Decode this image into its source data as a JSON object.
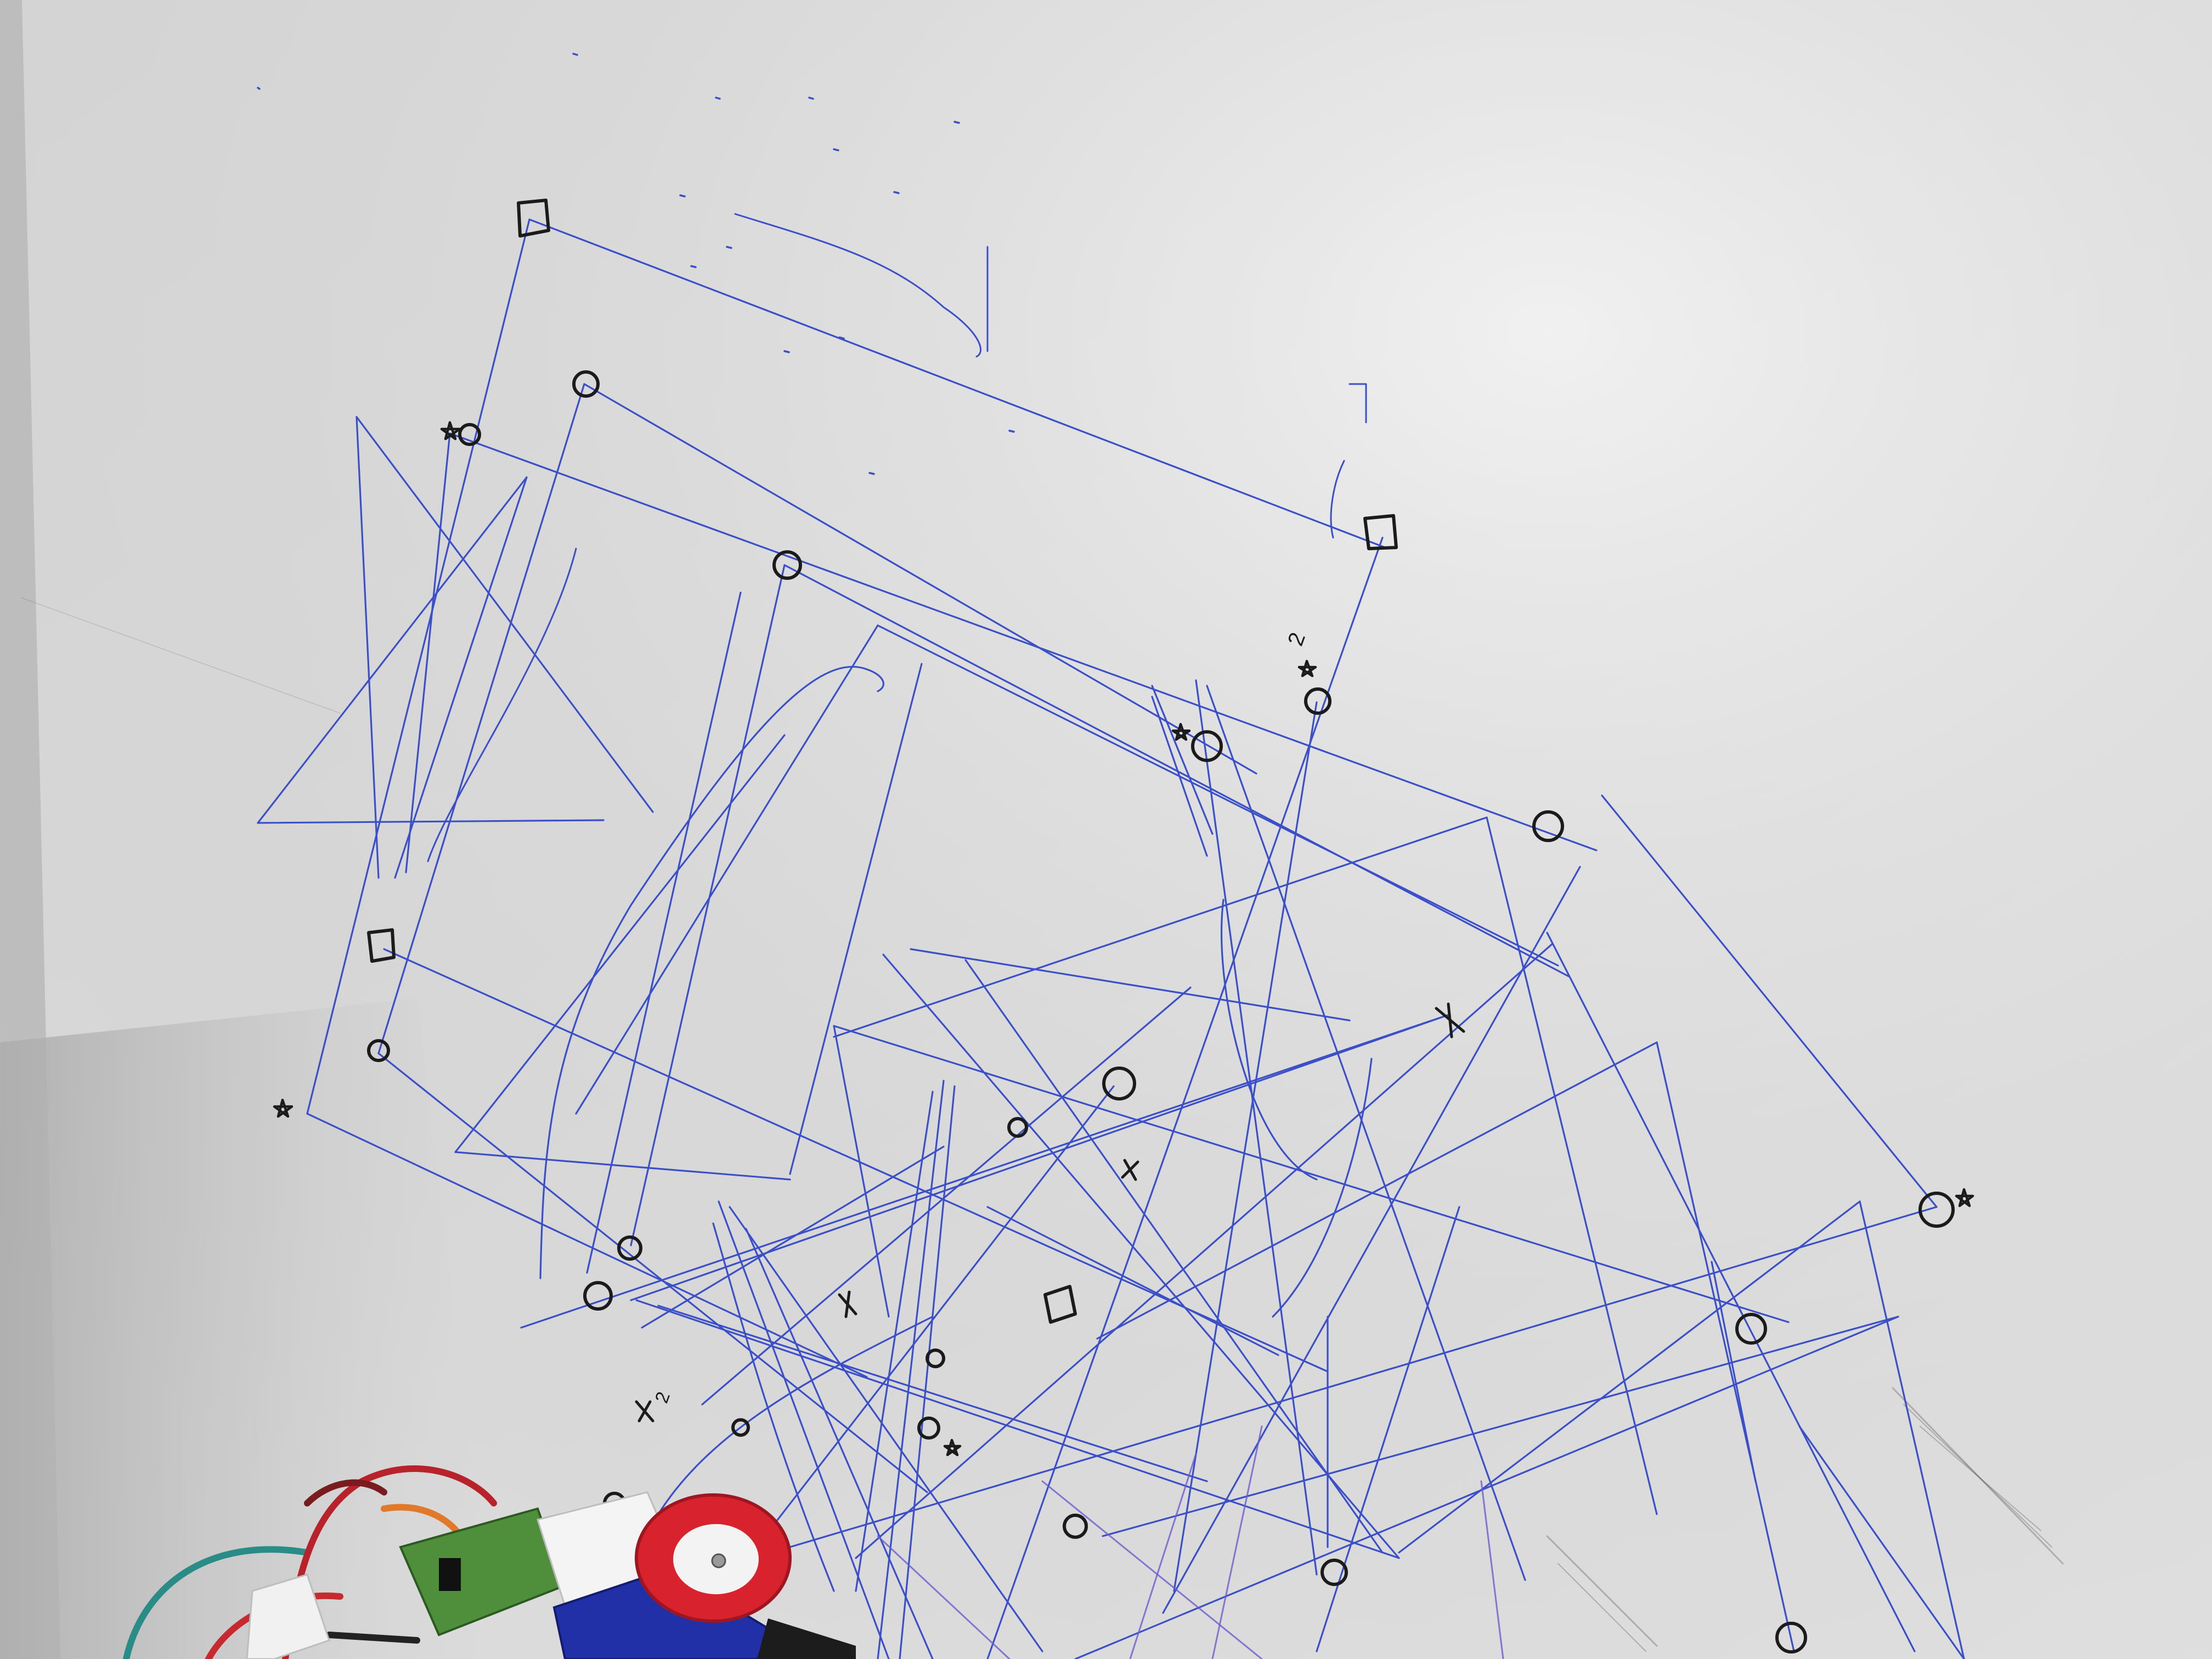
{
  "photo": {
    "subject": "",
    "colors": {
      "paper_light": "#efefef",
      "paper_shadow": "#c9c9c9",
      "pen_blue": "#3247c4",
      "marker_black": "#1b1b1b",
      "robot_red": "#d8222e",
      "robot_blue": "#2230a8",
      "board_green": "#4f8f3c"
    },
    "handwritten_marks": [
      "2",
      "2"
    ],
    "markers": {
      "circles": 20,
      "squares": 4,
      "stars": 6,
      "crosses": 4
    }
  }
}
